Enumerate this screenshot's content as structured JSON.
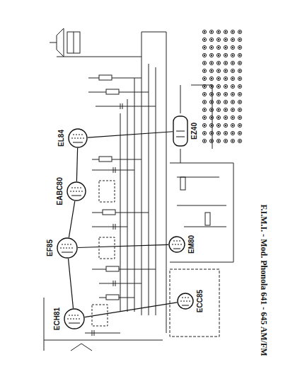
{
  "diagram": {
    "title": "F.I.M.I. - Mod. Phonola 641 - 645 AM/FM",
    "nodes": [
      {
        "text": [
          "EL84"
        ]
      },
      {
        "text": [
          "EABC80"
        ]
      },
      {
        "text": [
          "EF85"
        ]
      },
      {
        "text": [
          "ECH81"
        ]
      },
      {
        "text": [
          "EZ40"
        ]
      },
      {
        "text": [
          "EM80"
        ]
      },
      {
        "text": [
          "ECC85"
        ]
      }
    ],
    "edges": [
      {
        "from": 3,
        "to": 2,
        "arrow": "none"
      },
      {
        "from": 2,
        "to": 1,
        "arrow": "none"
      },
      {
        "from": 1,
        "to": 0,
        "arrow": "none"
      },
      {
        "from": 4,
        "to": 0,
        "arrow": "none"
      },
      {
        "from": 5,
        "to": 2,
        "arrow": "none"
      },
      {
        "from": 6,
        "to": 3,
        "arrow": "none"
      }
    ]
  }
}
